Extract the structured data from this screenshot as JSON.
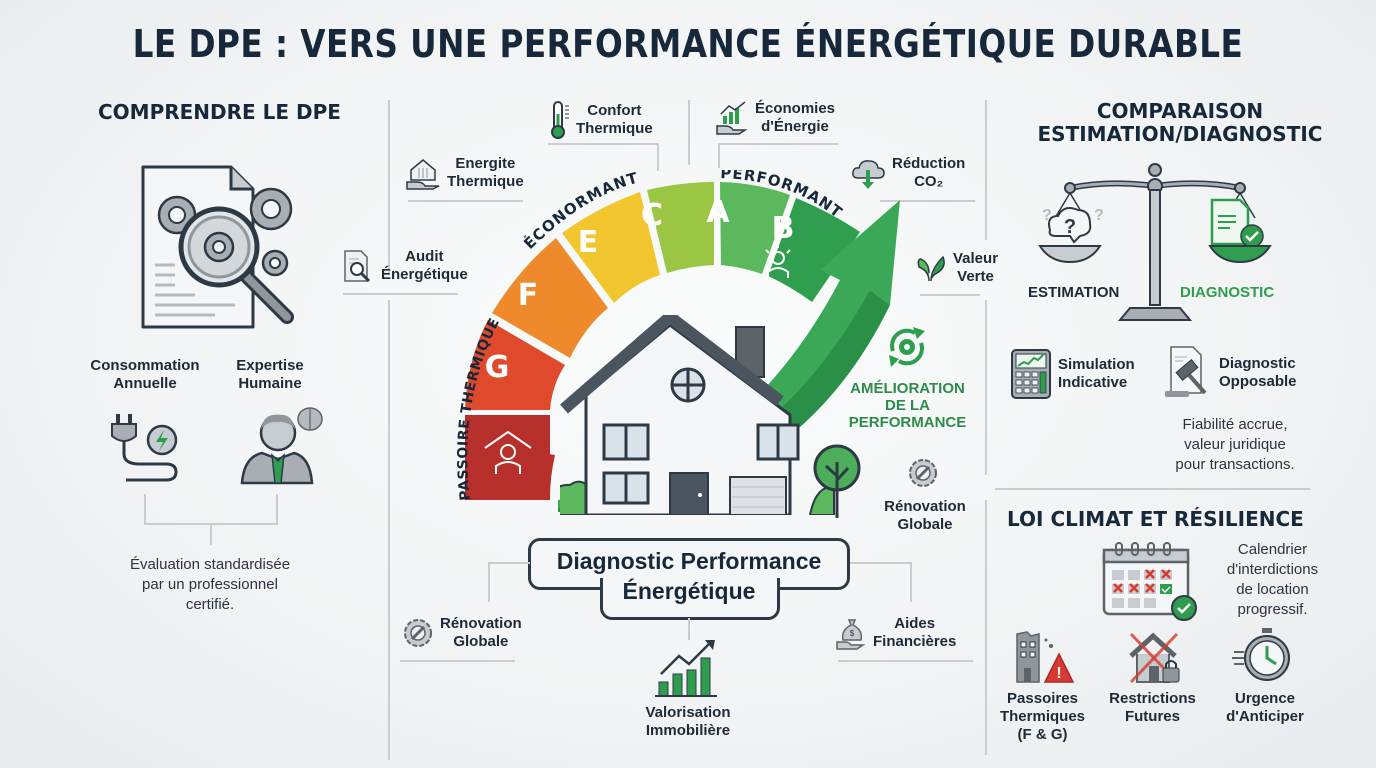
{
  "title": "LE DPE : VERS UNE PERFORMANCE ÉNERGÉTIQUE DURABLE",
  "left": {
    "heading": "COMPRENDRE LE DPE",
    "main_icon": "document-magnifier-gears-icon",
    "items": [
      {
        "label_line1": "Consommation",
        "label_line2": "Annuelle",
        "icon": "plug-lightning-icon"
      },
      {
        "label_line1": "Expertise",
        "label_line2": "Humaine",
        "icon": "expert-brain-icon"
      }
    ],
    "summary_line1": "Évaluation standardisée",
    "summary_line2": "par un professionnel",
    "summary_line3": "certifié."
  },
  "center": {
    "callouts": {
      "confort": {
        "line1": "Confort",
        "line2": "Thermique",
        "icon": "thermometer-icon"
      },
      "economies": {
        "line1": "Économies",
        "line2": "d'Énergie",
        "icon": "savings-chart-hand-icon"
      },
      "energite": {
        "line1": "Energite",
        "line2": "Thermique",
        "icon": "house-hand-icon"
      },
      "reduction": {
        "line1": "Réduction",
        "line2": "CO₂",
        "icon": "cloud-down-icon"
      },
      "audit": {
        "line1": "Audit",
        "line2": "Énergétique",
        "icon": "audit-document-icon"
      },
      "valeur": {
        "line1": "Valeur",
        "line2": "Verte",
        "icon": "leaf-sprout-icon"
      },
      "amelioration": {
        "line1": "AMÉLIORATION",
        "line2": "DE LA",
        "line3": "PERFORMANCE",
        "icon": "cycle-gear-icon"
      },
      "renovation_right": {
        "line1": "Rénovation",
        "line2": "Globale",
        "icon": "gear-wrench-icon"
      },
      "renovation_left": {
        "line1": "Rénovation",
        "line2": "Globale",
        "icon": "gear-wrench-icon"
      },
      "aides": {
        "line1": "Aides",
        "line2": "Financières",
        "icon": "money-bag-hand-icon"
      },
      "valorisation": {
        "line1": "Valorisation",
        "line2": "Immobilière",
        "icon": "growth-bars-icon"
      }
    },
    "gauge": {
      "arc_label_left": "PASSOIRE THERMIQUE",
      "arc_label_mid": "ÉCONORMANT",
      "arc_label_right": "PERFORMANT",
      "classes": [
        {
          "letter": "",
          "color": "#b8302c",
          "icon": "cold-person-house-icon"
        },
        {
          "letter": "G",
          "color": "#e04a2c"
        },
        {
          "letter": "F",
          "color": "#ee8a2c"
        },
        {
          "letter": "E",
          "color": "#f2c62e"
        },
        {
          "letter": "C",
          "color": "#9bc644"
        },
        {
          "letter": "A",
          "color": "#5cb85c"
        },
        {
          "letter": "B",
          "color": "#2f9e4e",
          "icon": "happy-person-icon"
        }
      ]
    },
    "house_label_line1": "Diagnostic Performance",
    "house_label_line2": "Énergétique"
  },
  "right": {
    "comparison_heading_line1": "COMPARAISON",
    "comparison_heading_line2": "ESTIMATION/DIAGNOSTIC",
    "scale_left": "ESTIMATION",
    "scale_right": "DIAGNOSTIC",
    "simulation": {
      "line1": "Simulation",
      "line2": "Indicative",
      "icon": "calculator-chart-icon"
    },
    "diagnostic": {
      "line1": "Diagnostic",
      "line2": "Opposable",
      "icon": "gavel-document-icon"
    },
    "fiabilite_line1": "Fiabilité accrue,",
    "fiabilite_line2": "valeur juridique",
    "fiabilite_line3": "pour transactions.",
    "loi_heading": "LOI CLIMAT ET RÉSILIENCE",
    "calendrier_line1": "Calendrier",
    "calendrier_line2": "d'interdictions",
    "calendrier_line3": "de location",
    "calendrier_line4": "progressif.",
    "bottom_items": [
      {
        "line1": "Passoires",
        "line2": "Thermiques",
        "line3": "(F & G)",
        "icon": "building-warning-icon"
      },
      {
        "line1": "Restrictions",
        "line2": "Futures",
        "line3": "",
        "icon": "house-crossed-lock-icon"
      },
      {
        "line1": "Urgence",
        "line2": "d'Anticiper",
        "line3": "",
        "icon": "stopwatch-icon"
      }
    ]
  },
  "colors": {
    "navy": "#17283a",
    "green": "#2e9e4e",
    "green_light": "#5cb85c",
    "red": "#d83a32",
    "gray_icon": "#8a9096"
  }
}
